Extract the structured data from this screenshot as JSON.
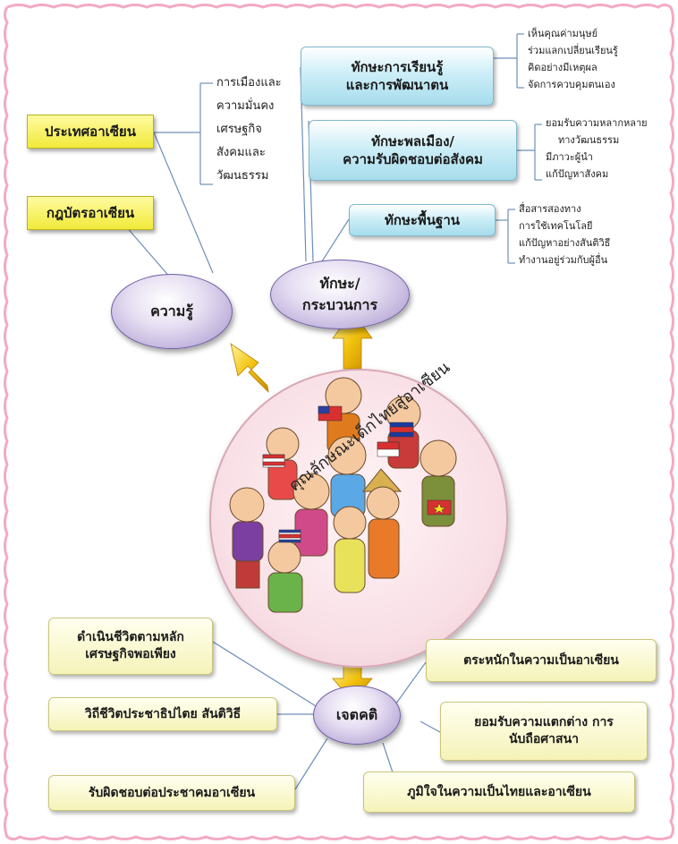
{
  "knowledge": {
    "oval_label": "ความรู้",
    "asean_countries": "ประเทศอาเซียน",
    "asean_charter": "กฎบัตรอาเซียน",
    "pillars": [
      "การเมืองและ",
      "ความมั่นคง",
      "เศรษฐกิจ",
      "สังคมและ",
      "วัฒนธรรม"
    ]
  },
  "skills": {
    "oval_line1": "ทักษะ/",
    "oval_line2": "กระบวนการ",
    "learning": {
      "line1": "ทักษะการเรียนรู้",
      "line2": "และการพัฒนาตน",
      "items": [
        "เห็นคุณค่ามนุษย์",
        "ร่วมแลกเปลี่ยนเรียนรู้",
        "คิดอย่างมีเหตุผล",
        "จัดการควบคุมตนเอง"
      ]
    },
    "citizenship": {
      "line1": "ทักษะพลเมือง/",
      "line2": "ความรับผิดชอบต่อสังคม",
      "items": [
        "ยอมรับความหลากหลาย",
        "ทางวัฒนธรรม",
        "มีภาวะผู้นำ",
        "แก้ปัญหาสังคม"
      ]
    },
    "basic": {
      "label": "ทักษะพื้นฐาน",
      "items": [
        "สื่อสารสองทาง",
        "การใช้เทคโนโลยี",
        "แก้ปัญหาอย่างสันติวิธี",
        "ทำงานอยู่ร่วมกับผู้อื่น"
      ]
    }
  },
  "center": {
    "caption": "คุณลักษณะเด็กไทยสู่อาเซียน"
  },
  "attitude": {
    "oval_label": "เจตคติ",
    "sufficiency_line1": "ดำเนินชีวิตตามหลัก",
    "sufficiency_line2": "เศรษฐกิจพอเพียง",
    "democracy": "วิถีชีวิตประชาธิปไตย สันติวิธี",
    "responsibility": "รับผิดชอบต่อประชาคมอาเซียน",
    "awareness": "ตระหนักในความเป็นอาเซียน",
    "respect_line1": "ยอมรับความแตกต่าง การ",
    "respect_line2": "นับถือศาสนา",
    "pride": "ภูมิใจในความเป็นไทยและอาเซียน"
  },
  "colors": {
    "border": "#f3a9c4",
    "wire": "#6e8fb8",
    "arrow": "#e9b90e"
  }
}
